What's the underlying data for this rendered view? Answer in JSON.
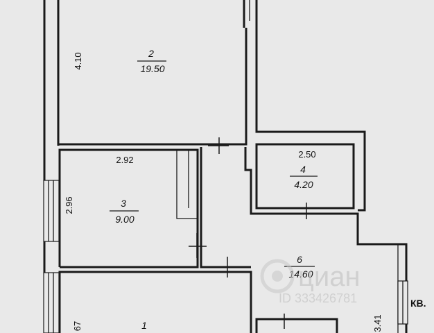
{
  "rooms": [
    {
      "id": "2",
      "number": "2",
      "area": "19.50",
      "dimension": "4.10"
    },
    {
      "id": "3",
      "number": "3",
      "area": "9.00",
      "dimension_top": "2.92",
      "dimension_side": "2.96"
    },
    {
      "id": "4",
      "number": "4",
      "area": "4.20",
      "dimension": "2.50"
    },
    {
      "id": "6",
      "number": "6",
      "area": "14.60"
    },
    {
      "id": "1",
      "number": "1",
      "dimension_side": "67"
    }
  ],
  "dimension_right": "3.41",
  "apartment_label": "КВ.",
  "watermark": {
    "brand": "циан",
    "id_text": "ID 333426781"
  }
}
